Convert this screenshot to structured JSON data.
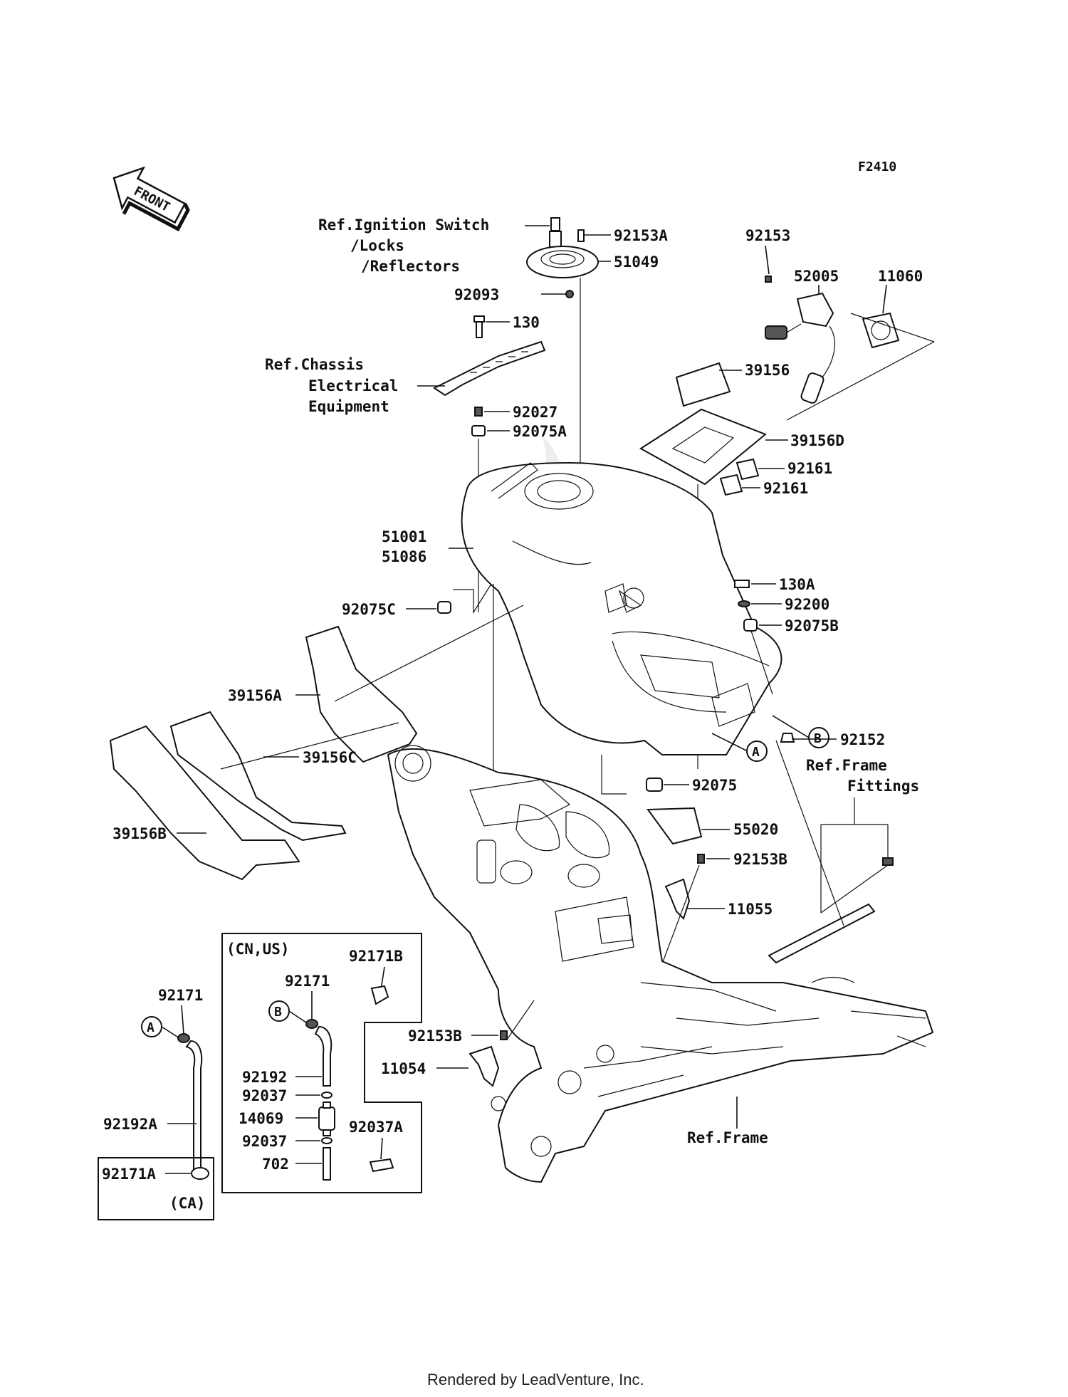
{
  "diagram_code": "F2410",
  "front_arrow": "FRONT",
  "refs": {
    "ignition": [
      "Ref.Ignition Switch",
      "/Locks",
      "/Reflectors"
    ],
    "chassis": [
      "Ref.Chassis",
      "Electrical",
      "Equipment"
    ],
    "frame_fittings": [
      "Ref.Frame",
      "Fittings"
    ],
    "frame": "Ref.Frame"
  },
  "parts": {
    "p92153A": "92153A",
    "p51049": "51049",
    "p92093": "92093",
    "p130": "130",
    "p92027": "92027",
    "p92075A": "92075A",
    "p92153": "92153",
    "p52005": "52005",
    "p11060": "11060",
    "p39156": "39156",
    "p39156D": "39156D",
    "p92161a": "92161",
    "p92161b": "92161",
    "p51001": "51001",
    "p51086": "51086",
    "p92075C": "92075C",
    "p130A": "130A",
    "p92200": "92200",
    "p92075B": "92075B",
    "p39156A": "39156A",
    "p92152": "92152",
    "p39156C": "39156C",
    "p92075": "92075",
    "p55020": "55020",
    "p39156B": "39156B",
    "p92153B_top": "92153B",
    "p11055": "11055",
    "p92153B_bot": "92153B",
    "p11054": "11054",
    "p92171_left": "92171",
    "p92192A": "92192A",
    "p92171A": "92171A"
  },
  "markers": {
    "a": "A",
    "b": "B"
  },
  "inset_cn_us": {
    "title": "(CN,US)",
    "p92171B": "92171B",
    "p92171": "92171",
    "p92192": "92192",
    "p92037_top": "92037",
    "p14069": "14069",
    "p92037_bot": "92037",
    "p702": "702",
    "p92037A": "92037A"
  },
  "inset_ca": {
    "title": "(CA)"
  },
  "footer": "Rendered by LeadVenture, Inc."
}
